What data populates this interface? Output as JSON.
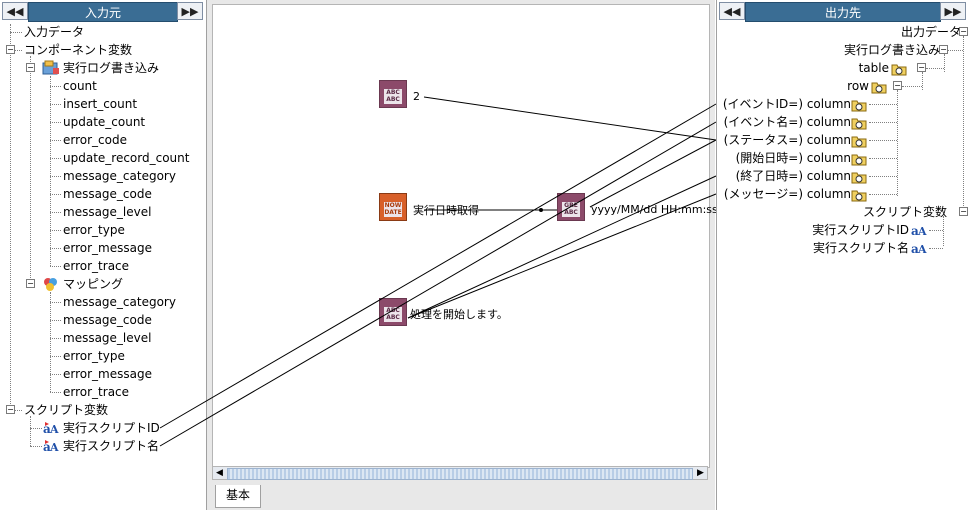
{
  "left_panel": {
    "title": "入力元",
    "prev": "◀◀",
    "next": "▶▶",
    "items": [
      {
        "label": "入力データ"
      },
      {
        "label": "コンポーネント変数"
      },
      {
        "label": "実行ログ書き込み"
      },
      {
        "label": "count"
      },
      {
        "label": "insert_count"
      },
      {
        "label": "update_count"
      },
      {
        "label": "error_code"
      },
      {
        "label": "update_record_count"
      },
      {
        "label": "message_category"
      },
      {
        "label": "message_code"
      },
      {
        "label": "message_level"
      },
      {
        "label": "error_type"
      },
      {
        "label": "error_message"
      },
      {
        "label": "error_trace"
      },
      {
        "label": "マッピング"
      },
      {
        "label": "message_category"
      },
      {
        "label": "message_code"
      },
      {
        "label": "message_level"
      },
      {
        "label": "error_type"
      },
      {
        "label": "error_message"
      },
      {
        "label": "error_trace"
      },
      {
        "label": "スクリプト変数"
      },
      {
        "label": "実行スクリプトID"
      },
      {
        "label": "実行スクリプト名"
      }
    ]
  },
  "right_panel": {
    "title": "出力先",
    "prev": "◀◀",
    "next": "▶▶",
    "items": [
      {
        "label": "出力データ"
      },
      {
        "label": "実行ログ書き込み"
      },
      {
        "label": "table"
      },
      {
        "label": "row"
      },
      {
        "label": "(イベントID=) column"
      },
      {
        "label": "(イベント名=) column"
      },
      {
        "label": "(ステータス=) column"
      },
      {
        "label": "(開始日時=) column"
      },
      {
        "label": "(終了日時=) column"
      },
      {
        "label": "(メッセージ=) column"
      },
      {
        "label": "スクリプト変数"
      },
      {
        "label": "実行スクリプトID"
      },
      {
        "label": "実行スクリプト名"
      }
    ]
  },
  "canvas": {
    "nodes": [
      {
        "label": "2",
        "glyph": "ABC"
      },
      {
        "label": "実行日時取得",
        "glyph": "DATE"
      },
      {
        "label": "yyyy/MM/dd HH:mm:ss",
        "glyph": "GRE"
      },
      {
        "label": "処理を開始します。",
        "glyph": "ABC"
      }
    ]
  },
  "tabs": [
    {
      "label": "基本"
    }
  ],
  "scroll": {
    "left": "◀",
    "right": "▶"
  }
}
